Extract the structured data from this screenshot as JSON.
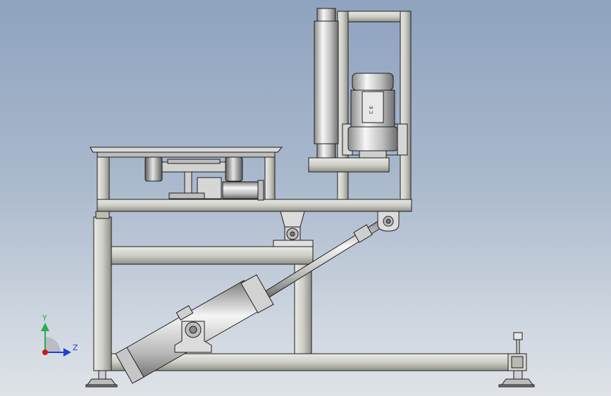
{
  "axis_triad": {
    "y_label": "Y",
    "z_label": "Z",
    "y_color": "#22b14c",
    "z_color": "#1f3fd6",
    "x_color": "#d01818"
  },
  "motor_plate": {
    "text": "C E"
  },
  "colors": {
    "frame_light": "#e2e2dc",
    "frame_dark": "#6f706a",
    "steel_light": "#f2f2f2",
    "steel_dark": "#8c8c8c",
    "outline": "#1e1e1e"
  }
}
